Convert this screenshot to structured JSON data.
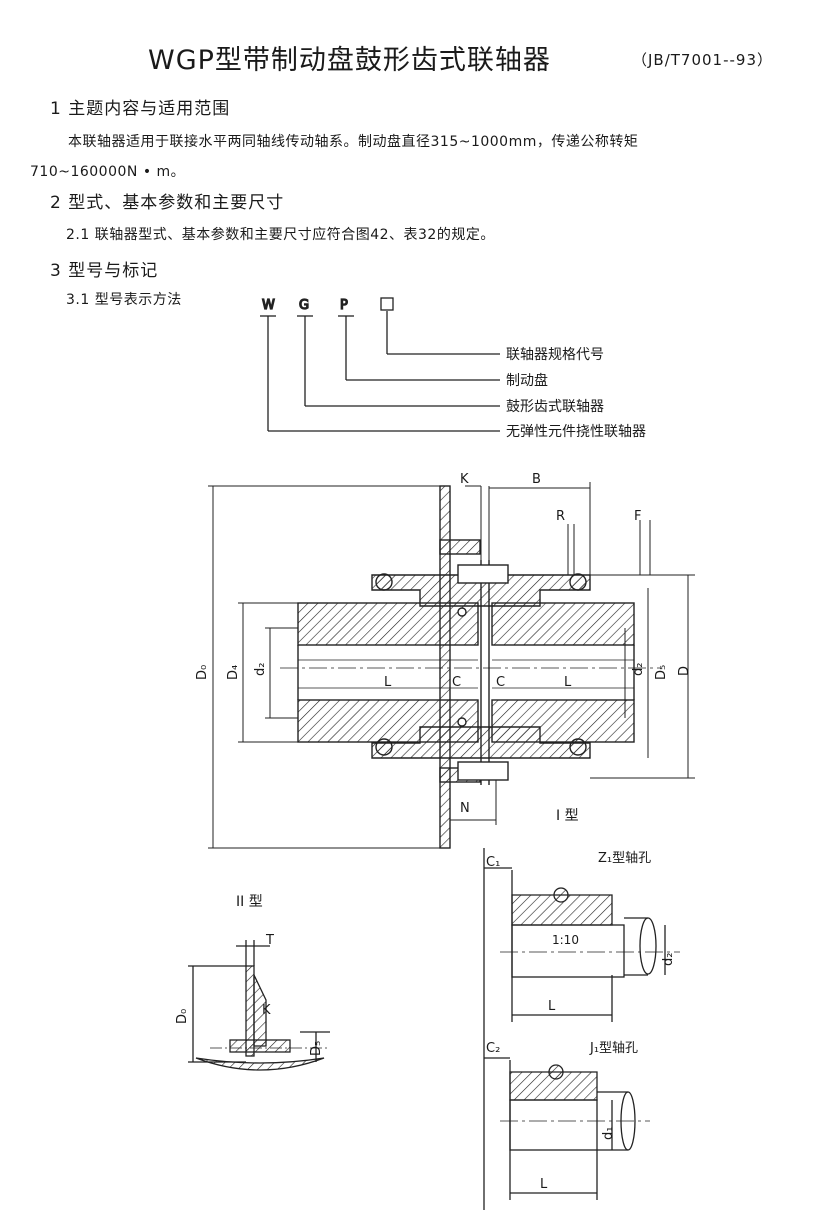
{
  "header": {
    "title": "WGP型带制动盘鼓形齿式联轴器",
    "standard": "（JB/T7001--93）"
  },
  "sections": [
    {
      "heading": "1 主题内容与适用范围",
      "para1": "本联轴器适用于联接水平两同轴线传动轴系。制动盘直径315~1000mm，传递公称转矩",
      "para2": "710~160000N • m。"
    },
    {
      "heading": "2 型式、基本参数和主要尺寸",
      "para1": "2.1 联轴器型式、基本参数和主要尺寸应符合图42、表32的规定。"
    },
    {
      "heading": "3 型号与标记",
      "para1": "3.1 型号表示方法"
    }
  ],
  "model_code": {
    "letters": [
      "W",
      "G",
      "P"
    ],
    "legend": [
      "联轴器规格代号",
      "制动盘",
      "鼓形齿式联轴器",
      "无弹性元件挠性联轴器"
    ]
  },
  "drawing": {
    "dims": {
      "K": "K",
      "B": "B",
      "R": "R",
      "F": "F",
      "N": "N",
      "D0": "D₀",
      "D4": "D₄",
      "d2": "d₂",
      "D5": "D₅",
      "D": "D",
      "L": "L",
      "C": "C"
    },
    "type1": {
      "label": "I 型",
      "z1": "Z₁型轴孔",
      "j1": "J₁型轴孔",
      "c1": "C₁",
      "c2": "C₂",
      "taper": "1:10",
      "d2": "d₂",
      "d1": "d₁",
      "L": "L"
    },
    "type2": {
      "label": "II 型",
      "T": "T",
      "K": "K",
      "D0": "D₀",
      "D5": "D₅"
    }
  }
}
